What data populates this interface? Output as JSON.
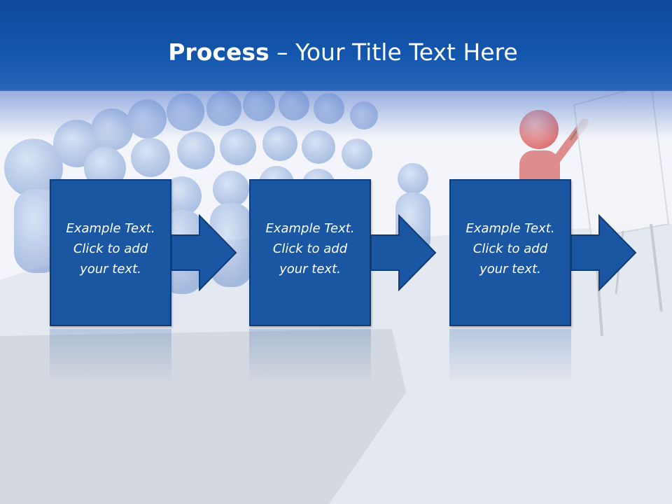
{
  "title": {
    "bold": "Process",
    "rest": " – Your Title Text Here"
  },
  "colors": {
    "header": "#1356ad",
    "box": "#1b56a2",
    "box_border": "#0f3c78",
    "presenter": "#d44a4a"
  },
  "steps": [
    {
      "text": "Example Text.\nClick  to add\nyour text."
    },
    {
      "text": "Example Text.\nClick  to add\nyour text."
    },
    {
      "text": "Example Text.\nClick  to add\nyour text."
    }
  ]
}
